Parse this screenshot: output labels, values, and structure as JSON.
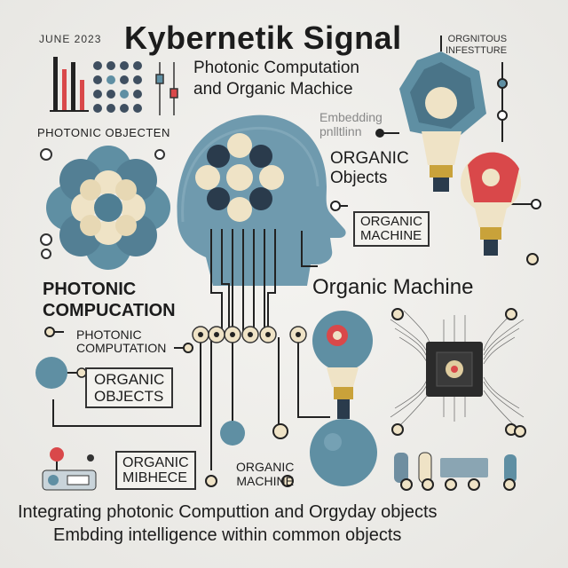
{
  "header": {
    "date": "JUNE 2023",
    "title": "Kybernetik Signal",
    "infra_line1": "ORGNITOUS",
    "infra_line2": "INFESTTURE"
  },
  "subtitle": {
    "line1": "Photonic Computation",
    "line2": "and Organic Machice"
  },
  "labels": {
    "photonic_objects": "PHOTONIC OBJECTEN",
    "embedding_line1": "Embedding",
    "embedding_line2": "pnlltlinn",
    "organic_objects_1_line1": "ORGANIC",
    "organic_objects_1_line2": "Objects",
    "organic_machine_box_line1": "ORGANIC",
    "organic_machine_box_line2": "MACHINE",
    "photonic_big_line1": "PHOTONIC",
    "photonic_big_line2": "COMPUCATION",
    "photonic_small_line1": "PHOTONIC",
    "photonic_small_line2": "COMPUTATION",
    "organic_objects_2_line1": "ORGANIC",
    "organic_objects_2_line2": "OBJECTS",
    "organic_machine_title": "Organic Machine",
    "organic_mibhece_line1": "ORGANIC",
    "organic_mibhece_line2": "MIBHECE",
    "organic_machine_2_line1": "ORGANIC",
    "organic_machine_2_line2": "MACHINE"
  },
  "tagline": {
    "line1": "Integrating photonic Computtion and Orgyday objects",
    "line2": "Embding intelligence within common objects"
  },
  "colors": {
    "teal": "#5f8fa3",
    "cream": "#efe3c6",
    "red": "#d9484a",
    "navy": "#2a3b4c"
  }
}
